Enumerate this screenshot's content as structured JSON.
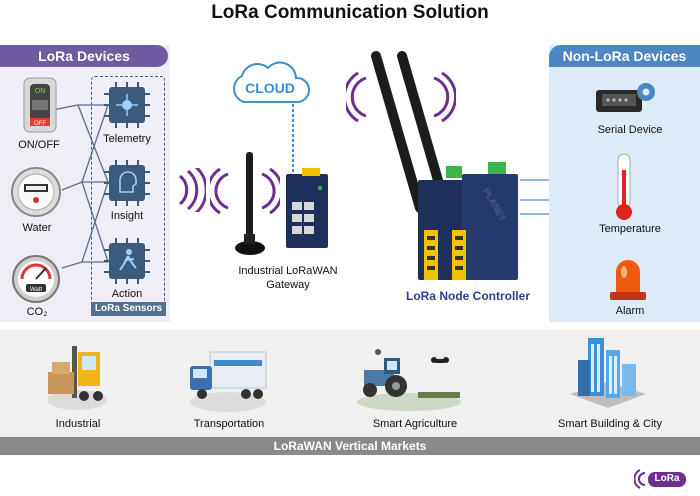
{
  "title": "LoRa Communication Solution",
  "left_panel": {
    "header": "LoRa Devices",
    "devices": [
      "ON/OFF",
      "Water",
      "CO₂"
    ],
    "switch_on": "ON",
    "switch_off": "OFF",
    "meter_brand": "Watt",
    "sensors": [
      "Telemetry",
      "Insight",
      "Action"
    ],
    "sensors_footer": "LoRa Sensors"
  },
  "center": {
    "cloud_label": "CLOUD",
    "gateway_label_1": "Industrial LoRaWAN",
    "gateway_label_2": "Gateway",
    "node_label": "LoRa Node Controller",
    "device_brand": "PLANET"
  },
  "right_panel": {
    "header": "Non-LoRa Devices",
    "devices": [
      "Serial Device",
      "Temperature",
      "Alarm"
    ]
  },
  "markets": {
    "items": [
      "Industrial",
      "Transportation",
      "Smart Agriculture",
      "Smart Building & City"
    ],
    "footer": "LoRaWAN Vertical Markets"
  },
  "badge": "LoRa",
  "colors": {
    "lora_purple": "#6f5ba2",
    "non_lora_blue": "#4b86c5",
    "device_navy": "#1f2f5c",
    "terminal_yellow": "#f2c200",
    "terminal_green": "#3db34a",
    "cloud_blue": "#3b8fd1"
  }
}
